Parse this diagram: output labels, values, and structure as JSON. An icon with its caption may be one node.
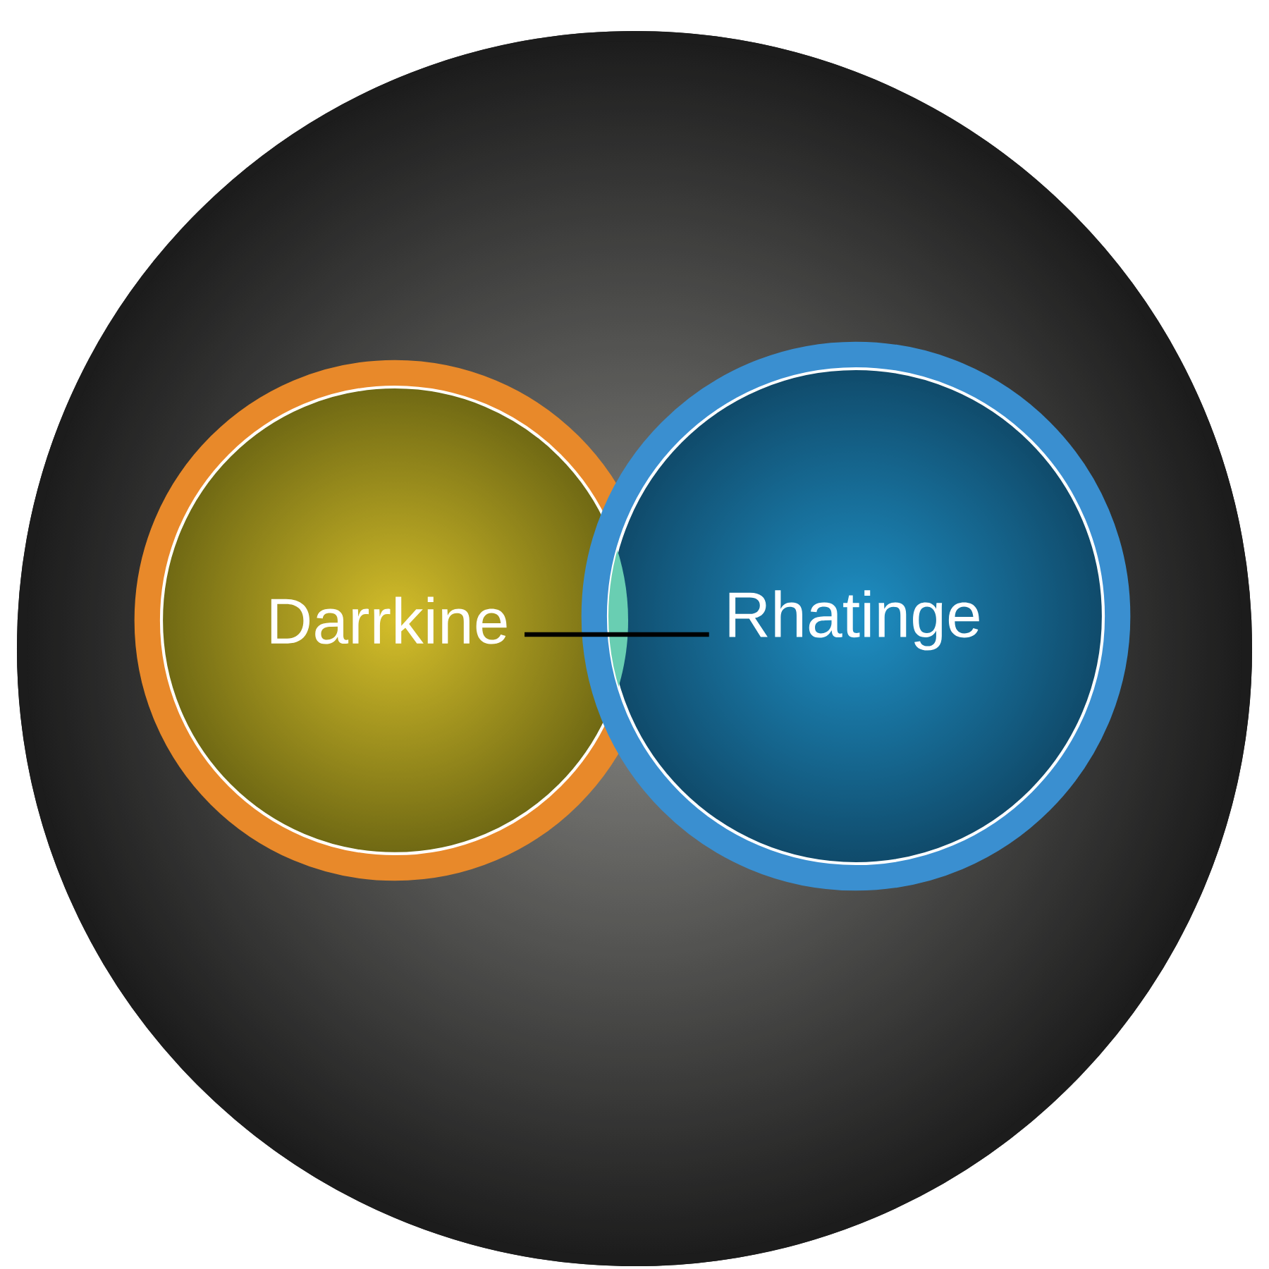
{
  "diagram": {
    "nodes": [
      {
        "text": [],
        "shape": "circle"
      },
      {
        "text": [
          "Darrkine"
        ],
        "in": 0
      },
      {
        "text": [
          "Rhatinge"
        ],
        "in": 0
      }
    ],
    "edges": [
      {
        "from": 1,
        "to": 2,
        "arrow": "none"
      }
    ]
  }
}
